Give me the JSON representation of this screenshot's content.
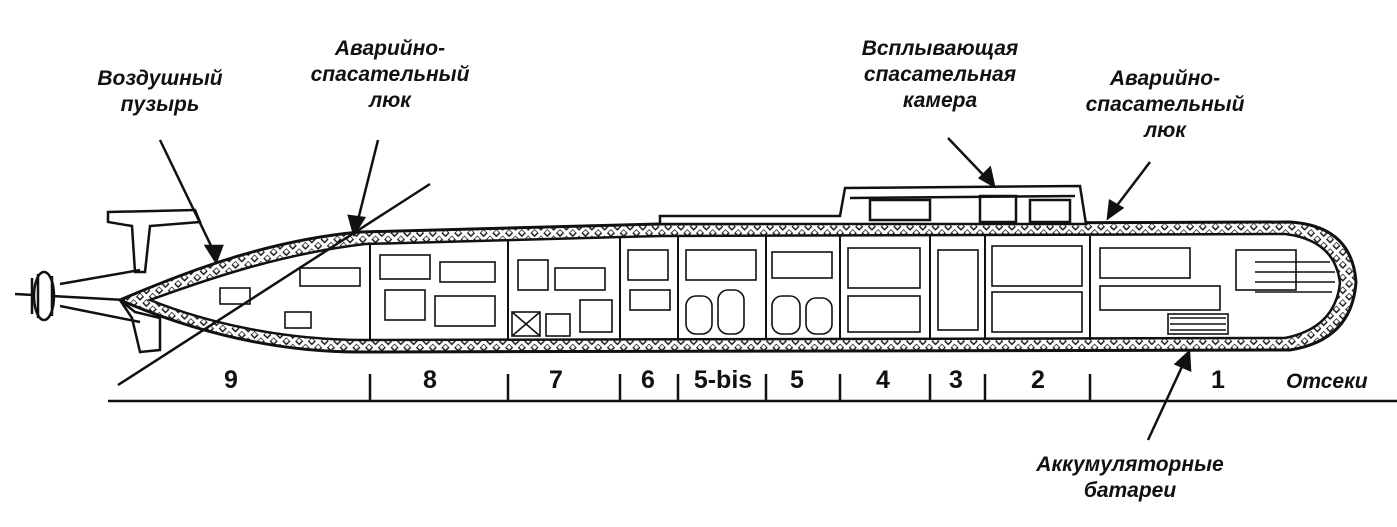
{
  "labels": {
    "air_bubble": [
      "Воздушный",
      "пузырь"
    ],
    "rescue_hatch_aft": [
      "Аварийно-",
      "спасательный",
      "люк"
    ],
    "rescue_chamber": [
      "Всплывающая",
      "спасательная",
      "камера"
    ],
    "rescue_hatch_fwd": [
      "Аварийно-",
      "спасательный",
      "люк"
    ],
    "batteries": [
      "Аккумуляторные",
      "батареи"
    ]
  },
  "compartments": {
    "caption": "Отсеки",
    "items": [
      "9",
      "8",
      "7",
      "6",
      "5-bis",
      "5",
      "4",
      "3",
      "2",
      "1"
    ]
  }
}
